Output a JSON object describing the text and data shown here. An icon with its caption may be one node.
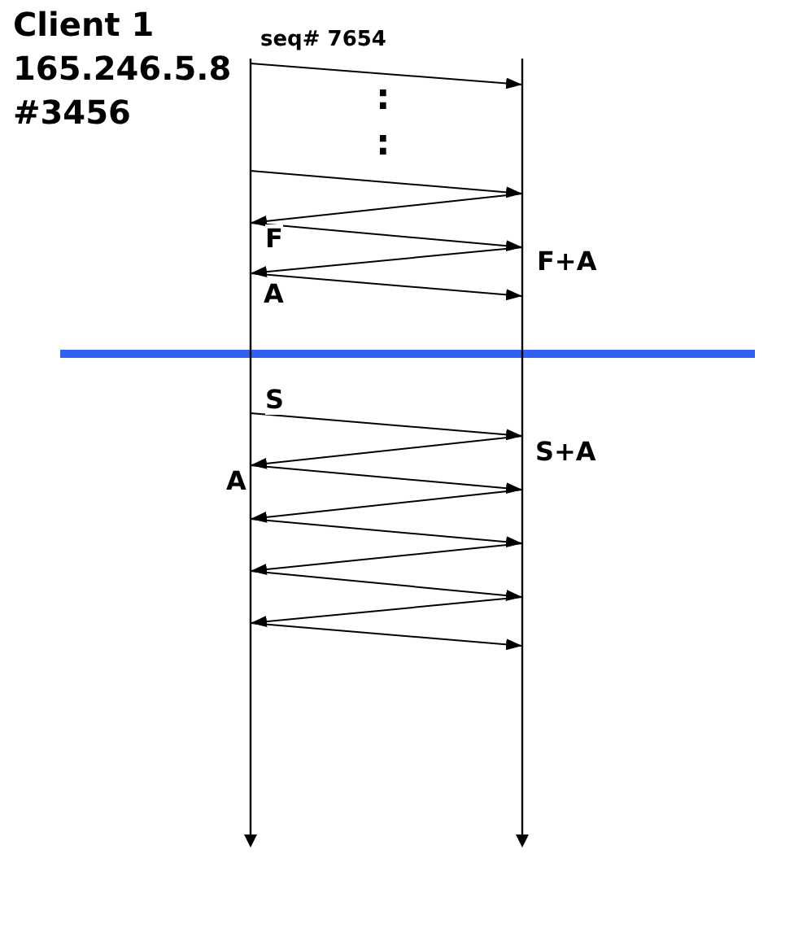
{
  "diagram": {
    "nodes": [
      {
        "text": [
          "Client 1",
          "165.246.5.8",
          "#3456"
        ]
      },
      {
        "text": [],
        "shape": "line"
      }
    ],
    "edges": [
      {
        "from": 0,
        "to": 1,
        "arrow": "to",
        "label": "seq# 7654"
      },
      {
        "from": 0,
        "to": 1,
        "arrow": "to"
      },
      {
        "from": 1,
        "to": 0,
        "arrow": "to"
      },
      {
        "from": 0,
        "to": 1,
        "arrow": "to",
        "label": "F"
      },
      {
        "from": 1,
        "to": 0,
        "arrow": "to",
        "label": "F+A"
      },
      {
        "from": 0,
        "to": 1,
        "arrow": "to",
        "label": "A"
      },
      {
        "from": 0,
        "to": 1,
        "arrow": "to",
        "label": "S"
      },
      {
        "from": 1,
        "to": 0,
        "arrow": "to",
        "label": "S+A"
      },
      {
        "from": 0,
        "to": 1,
        "arrow": "to",
        "label": "A"
      },
      {
        "from": 1,
        "to": 0,
        "arrow": "to"
      },
      {
        "from": 0,
        "to": 1,
        "arrow": "to"
      },
      {
        "from": 1,
        "to": 0,
        "arrow": "to"
      },
      {
        "from": 0,
        "to": 1,
        "arrow": "to"
      },
      {
        "from": 1,
        "to": 0,
        "arrow": "to"
      },
      {
        "from": 0,
        "to": 1,
        "arrow": "to"
      }
    ],
    "labels": [
      ":",
      ":"
    ]
  }
}
